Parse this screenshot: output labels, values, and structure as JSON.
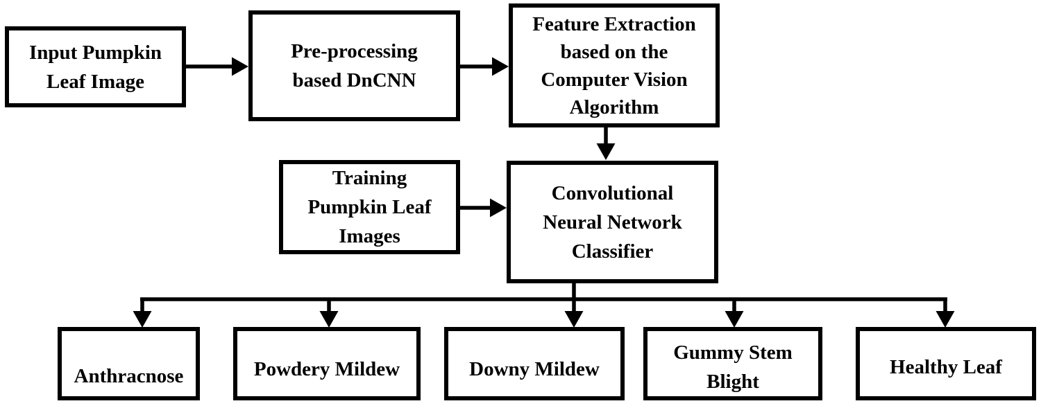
{
  "diagram": {
    "type": "flowchart",
    "description": "Pumpkin leaf disease classification pipeline flowchart",
    "colors": {
      "line": "#000000",
      "text": "#000000",
      "box_background": "#ffffff",
      "page_background": "#ffffff"
    },
    "nodes": {
      "input": {
        "label": "Input Pumpkin Leaf Image",
        "lines": [
          "Input Pumpkin",
          "Leaf Image"
        ]
      },
      "preprocessing": {
        "label": "Pre-processing based DnCNN",
        "lines": [
          "Pre-processing",
          "based DnCNN"
        ]
      },
      "feature_extraction": {
        "label": "Feature Extraction based on the Computer Vision Algorithm",
        "lines": [
          "Feature Extraction",
          "based on the",
          "Computer Vision",
          "Algorithm"
        ]
      },
      "training_images": {
        "label": "Training Pumpkin Leaf Images",
        "lines": [
          "Training",
          "Pumpkin Leaf",
          "Images"
        ]
      },
      "cnn_classifier": {
        "label": "Convolutional Neural Network Classifier",
        "lines": [
          "Convolutional",
          "Neural Network",
          "Classifier"
        ]
      },
      "anthracnose": {
        "label": "Anthracnose",
        "lines": [
          "Anthracnose"
        ]
      },
      "powdery_mildew": {
        "label": "Powdery Mildew",
        "lines": [
          "Powdery Mildew"
        ]
      },
      "downy_mildew": {
        "label": "Downy Mildew",
        "lines": [
          "Downy Mildew"
        ]
      },
      "gummy_stem_blight": {
        "label": "Gummy Stem Blight",
        "lines": [
          "Gummy Stem",
          "Blight"
        ]
      },
      "healthy_leaf": {
        "label": "Healthy Leaf",
        "lines": [
          "Healthy Leaf"
        ]
      }
    },
    "edges": [
      {
        "from": "input",
        "to": "preprocessing"
      },
      {
        "from": "preprocessing",
        "to": "feature_extraction"
      },
      {
        "from": "feature_extraction",
        "to": "cnn_classifier"
      },
      {
        "from": "training_images",
        "to": "cnn_classifier"
      },
      {
        "from": "cnn_classifier",
        "to": "anthracnose"
      },
      {
        "from": "cnn_classifier",
        "to": "powdery_mildew"
      },
      {
        "from": "cnn_classifier",
        "to": "downy_mildew"
      },
      {
        "from": "cnn_classifier",
        "to": "gummy_stem_blight"
      },
      {
        "from": "cnn_classifier",
        "to": "healthy_leaf"
      }
    ]
  }
}
